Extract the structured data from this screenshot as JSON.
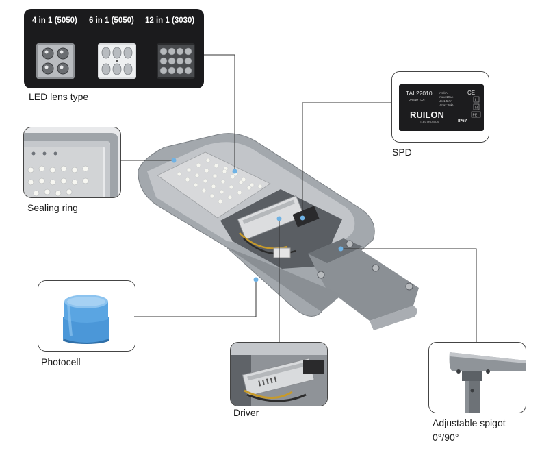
{
  "lens_types": [
    {
      "title": "4 in 1 (5050)",
      "lens_count": 4
    },
    {
      "title": "6 in 1 (5050)",
      "lens_count": 6
    },
    {
      "title": "12 in 1 (3030)",
      "lens_count": 12
    }
  ],
  "labels": {
    "led_lens_type": "LED lens type",
    "spd": "SPD",
    "sealing_ring": "Sealing ring",
    "photocell": "Photocell",
    "driver": "Driver",
    "adjustable_spigot": "Adjustable spigot",
    "spigot_angles": "0°/90°"
  },
  "spd_module": {
    "model": "TAL22010",
    "subtitle": "Power SPD",
    "brand": "RUILON",
    "brand_sub": "ELECTRONICS",
    "rating": "IP67",
    "specs": [
      "In:3kA",
      "Imax:10kA",
      "Up:1.5kV",
      "Vmax:20kV"
    ],
    "terminals": [
      "L",
      "N",
      "PE"
    ]
  },
  "colors": {
    "housing": "#9ea3a8",
    "housing_dark": "#6f747a",
    "lens_panel_bg": "#1b1b1d",
    "photocell": "#4b97d8",
    "leader_line": "#333333",
    "callout_dot": "#6fb2e4"
  }
}
